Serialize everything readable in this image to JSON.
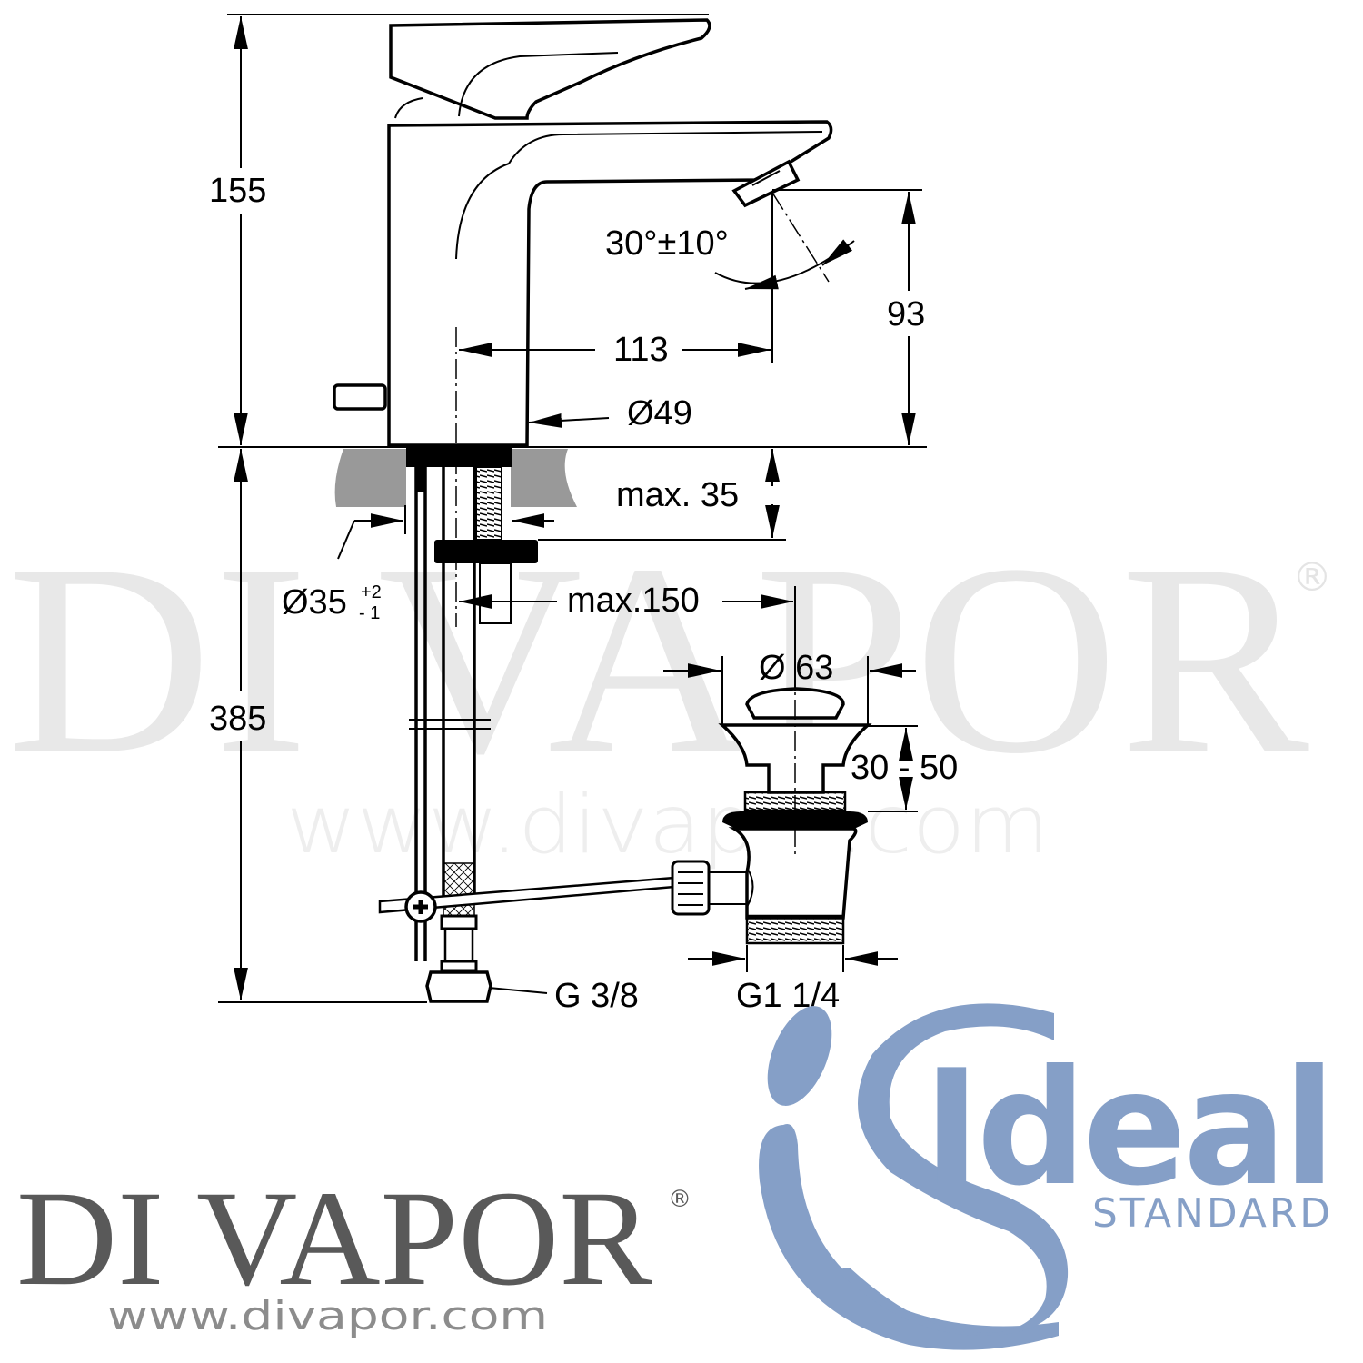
{
  "watermark": {
    "big_text": "DI VAPOR",
    "registered": "®",
    "url": "www.divapor.com"
  },
  "dimensions": {
    "total_height": "155",
    "spout_height": "93",
    "spout_reach": "113",
    "spray_angle": "30°±10°",
    "body_diameter": "Ø49",
    "deck_thickness": "max. 35",
    "hole_diameter": "Ø35",
    "hole_tolerance_plus": "+2",
    "hole_tolerance_minus": "- 1",
    "rod_offset": "max.150",
    "waste_diameter": "Ø 63",
    "waste_height": "30 - 50",
    "hose_length": "385",
    "hose_thread": "G 3/8",
    "waste_thread": "G1 1/4"
  },
  "branding": {
    "divapor_logo": "DI VAPOR",
    "divapor_registered": "®",
    "divapor_url": "www.divapor.com",
    "ideal_word": "Ideal",
    "standard_word": "STANDARD",
    "ideal_color": "#859fc7",
    "divapor_color": "#595959"
  }
}
